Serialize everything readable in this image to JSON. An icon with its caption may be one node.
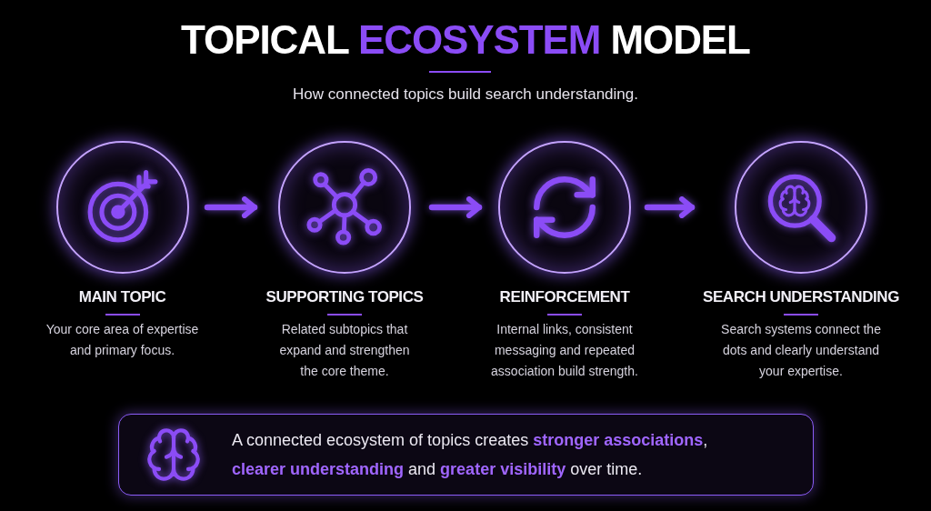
{
  "diagram": {
    "title": "TOPICAL **ECOSYSTEM** MODEL",
    "nodes": [
      {
        "text": [
          "MAIN TOPIC",
          "Your core area of expertise and primary focus."
        ]
      },
      {
        "text": [
          "SUPPORTING TOPICS",
          "Related subtopics that expand and strengthen the core theme."
        ]
      },
      {
        "text": [
          "REINFORCEMENT",
          "Internal links, consistent messaging and repeated association build strength."
        ]
      },
      {
        "text": [
          "SEARCH UNDERSTANDING",
          "Search systems connect the dots and clearly understand your expertise."
        ]
      },
      {
        "text": [
          "A connected ecosystem of topics creates **stronger associations**, **clearer understanding** and **greater visibility** over time."
        ]
      }
    ],
    "edges": [
      {
        "from": 0,
        "to": 1,
        "arrow": "to"
      },
      {
        "from": 1,
        "to": 2,
        "arrow": "to"
      },
      {
        "from": 2,
        "to": 3,
        "arrow": "to"
      }
    ],
    "labels": [
      "How connected topics build search understanding."
    ]
  }
}
